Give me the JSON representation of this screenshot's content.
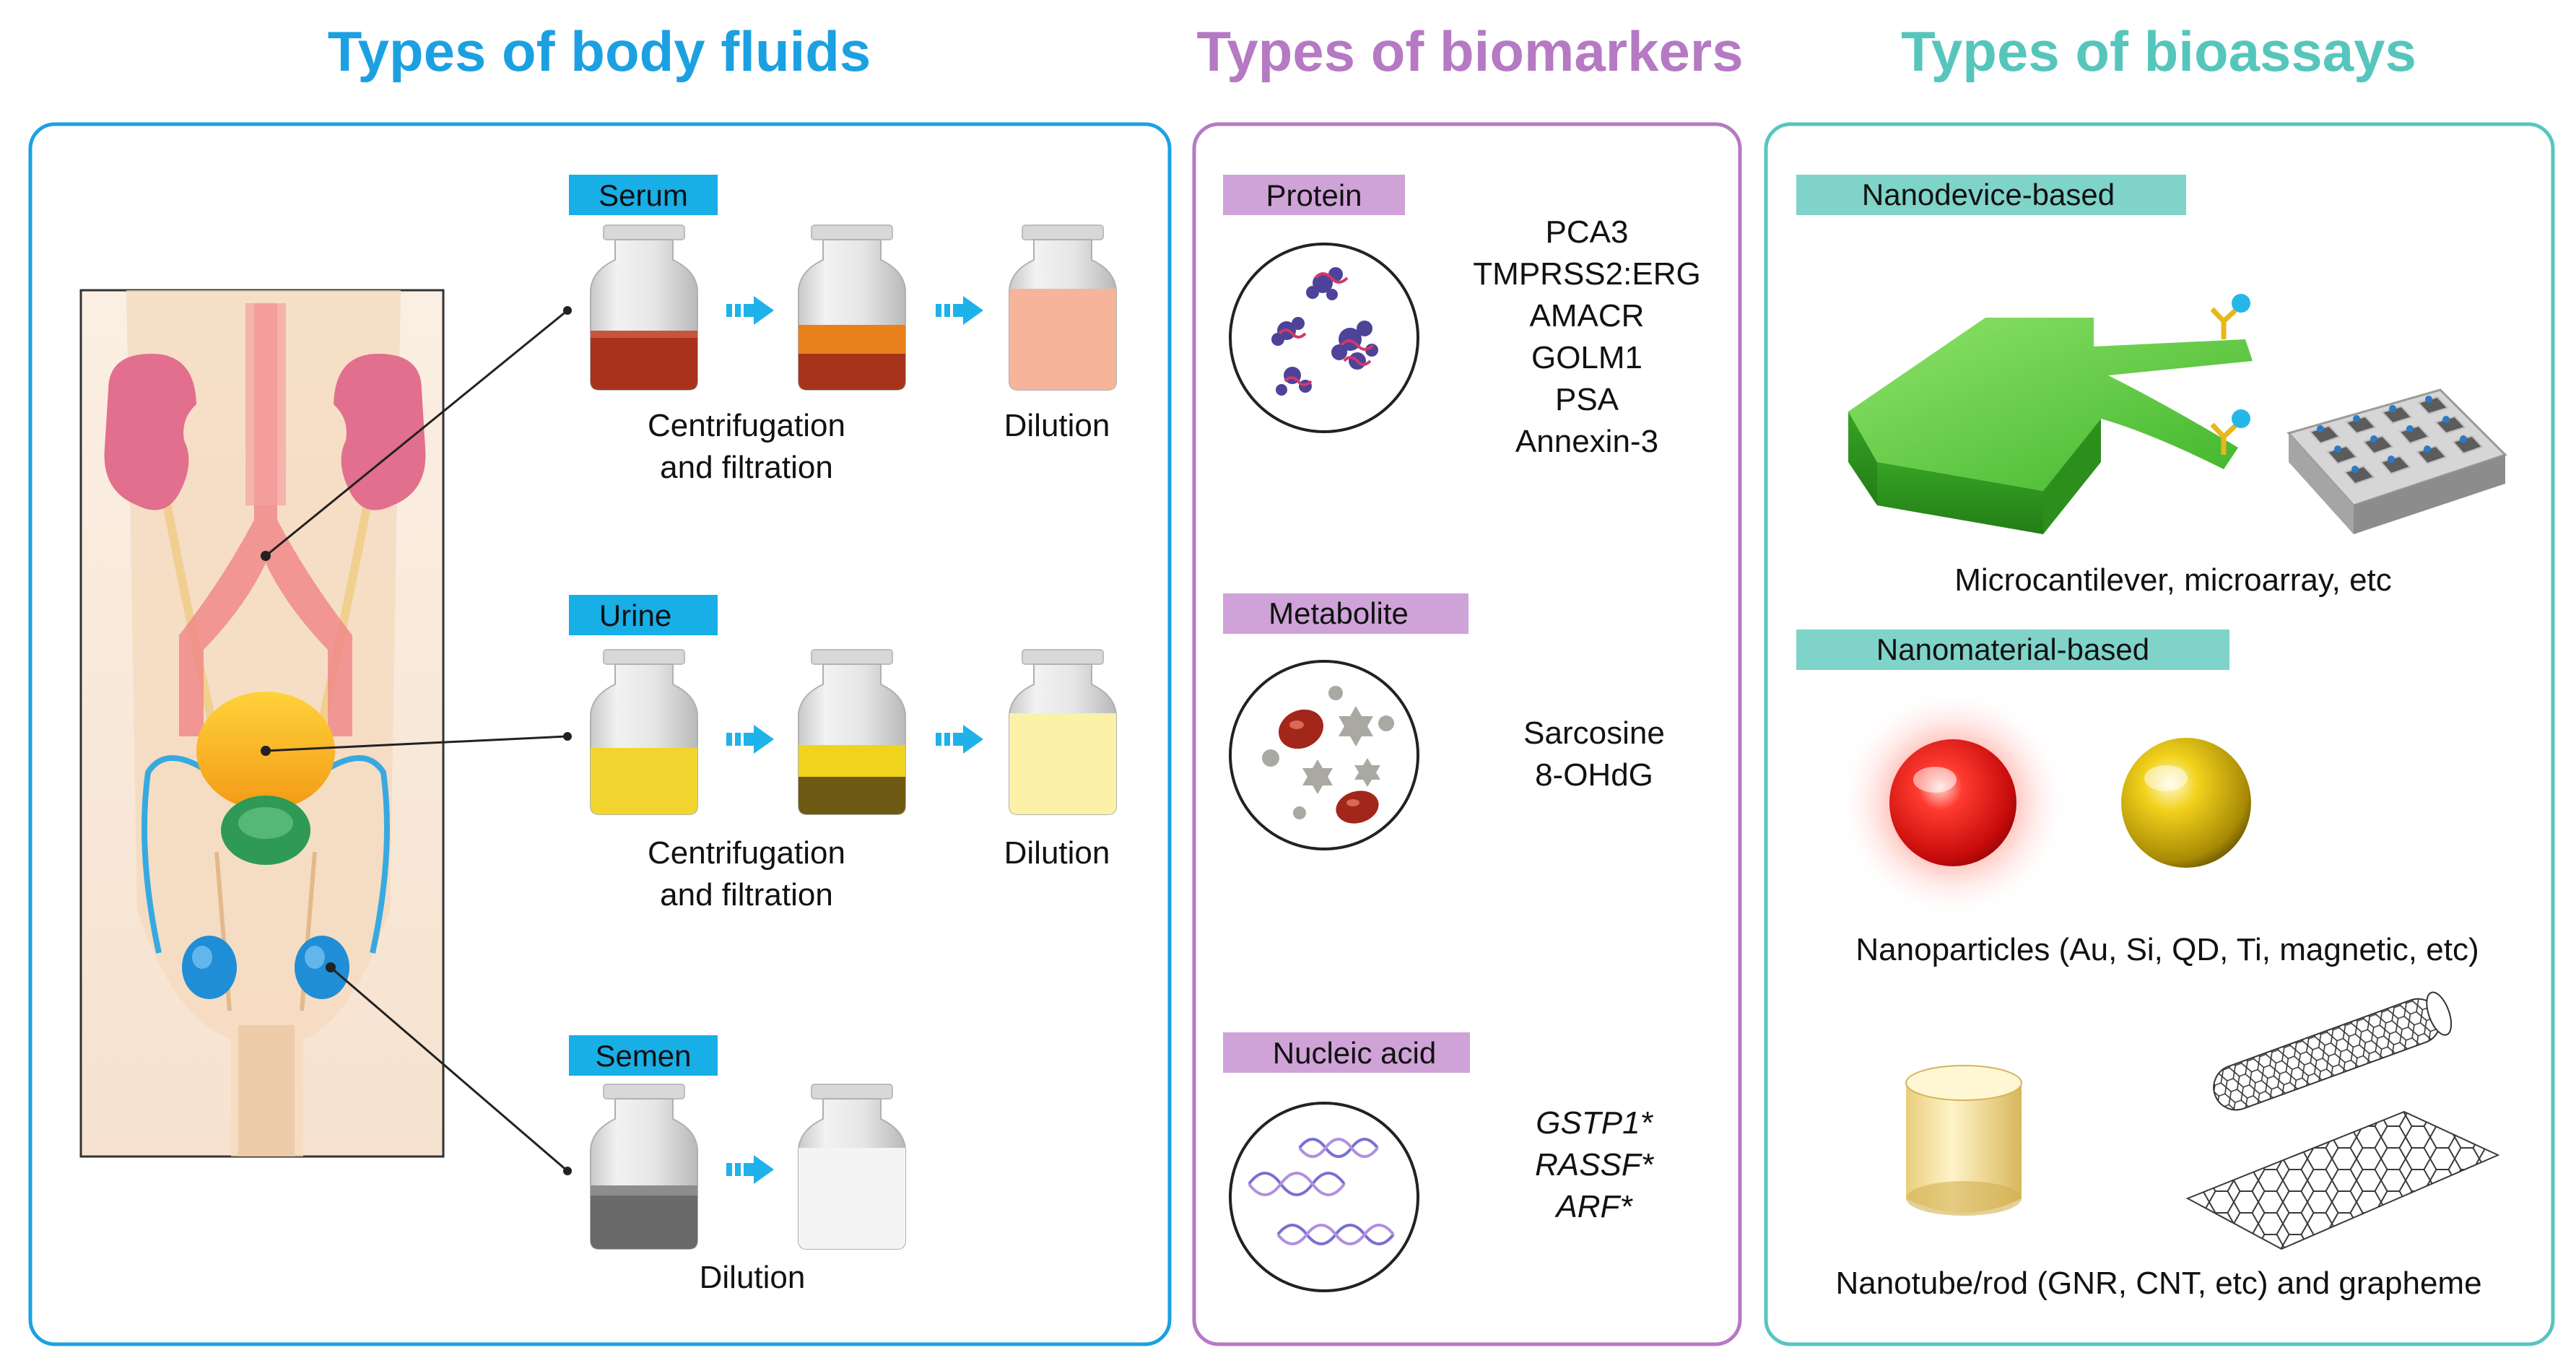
{
  "headers": {
    "fluids": "Types of body fluids",
    "biomarkers": "Types of biomarkers",
    "bioassays": "Types of bioassays"
  },
  "colors": {
    "fluids": "#1ba1e2",
    "biomarkers": "#b679c4",
    "bioassays": "#56c6bd",
    "fluid_tag_bg": "#18aee6",
    "biomarker_tag_bg": "#cfa2d8",
    "bioassay_tag_bg": "#7fd3c9",
    "arrow": "#1fb1ea"
  },
  "fluids": {
    "serum": {
      "tag": "Serum",
      "step_1": "Centrifugation",
      "step_1b": "and filtration",
      "step_2": "Dilution"
    },
    "urine": {
      "tag": "Urine",
      "step_1": "Centrifugation",
      "step_1b": "and filtration",
      "step_2": "Dilution"
    },
    "semen": {
      "tag": "Semen",
      "step_1": "Dilution"
    }
  },
  "biomarkers": {
    "protein": {
      "tag": "Protein",
      "items": [
        "PCA3",
        "TMPRSS2:ERG",
        "AMACR",
        "GOLM1",
        "PSA",
        "Annexin-3"
      ]
    },
    "metabolite": {
      "tag": "Metabolite",
      "items": [
        "Sarcosine",
        "8-OHdG"
      ]
    },
    "nucleic_acid": {
      "tag": "Nucleic acid",
      "items": [
        "GSTP1*",
        "RASSF*",
        "ARF*"
      ]
    }
  },
  "bioassays": {
    "nanodevice": {
      "tag": "Nanodevice-based",
      "caption": "Microcantilever, microarray, etc"
    },
    "nanomaterial": {
      "tag": "Nanomaterial-based",
      "caption_particles": "Nanoparticles (Au, Si, QD, Ti, magnetic, etc)",
      "caption_tubes": "Nanotube/rod (GNR, CNT, etc) and grapheme"
    }
  }
}
